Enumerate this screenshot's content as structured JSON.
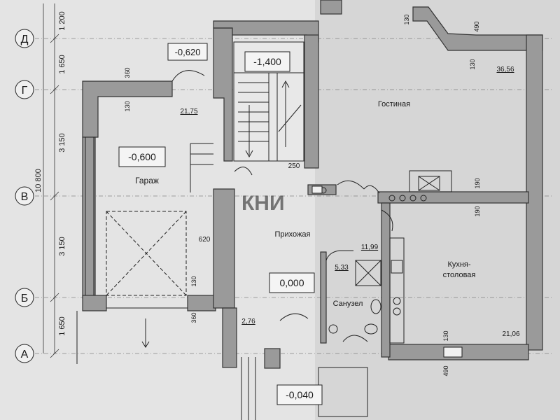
{
  "axes": [
    "Д",
    "Г",
    "В",
    "Б",
    "А"
  ],
  "axis_dims": [
    "1 200",
    "1 650",
    "3 150",
    "3 150",
    "1 650"
  ],
  "total_dim": "10 800",
  "rooms": {
    "garage": "Гараж",
    "living": "Гостиная",
    "hall": "Прихожая",
    "kitchen_line1": "Кухня-",
    "kitchen_line2": "столовая",
    "bath": "Санузел"
  },
  "areas": {
    "garage": "21,75",
    "living": "36,56",
    "hall": "11,99",
    "bath": "5,33",
    "kitchen": "21,06",
    "vest": "2,76"
  },
  "levels": {
    "porch_top": "-0,620",
    "stairs": "-1,400",
    "garage": "-0,600",
    "hall": "0,000",
    "entrance": "-0,040"
  },
  "dims": {
    "d360a": "360",
    "d130a": "130",
    "d130b": "130",
    "d490a": "490",
    "d130c": "130",
    "d250": "250",
    "d190a": "190",
    "d190b": "190",
    "d620": "620",
    "d130d": "130",
    "d360b": "360",
    "d130e": "130",
    "d490b": "490"
  },
  "watermark": "КНИ"
}
